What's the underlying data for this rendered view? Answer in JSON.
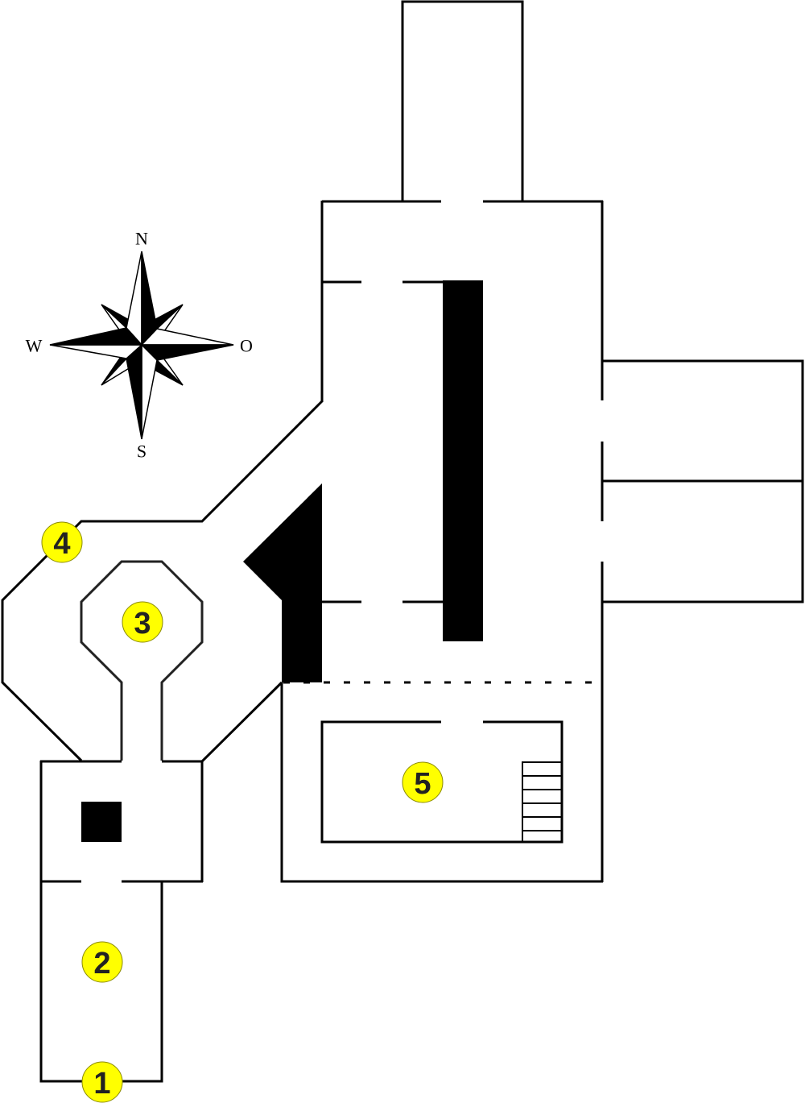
{
  "compass": {
    "north": "N",
    "south": "S",
    "west": "W",
    "east": "O"
  },
  "markers": [
    {
      "label": "1"
    },
    {
      "label": "2"
    },
    {
      "label": "3"
    },
    {
      "label": "4"
    },
    {
      "label": "5"
    }
  ],
  "colors": {
    "marker_fill": "#ffff00",
    "wall": "#000000"
  }
}
